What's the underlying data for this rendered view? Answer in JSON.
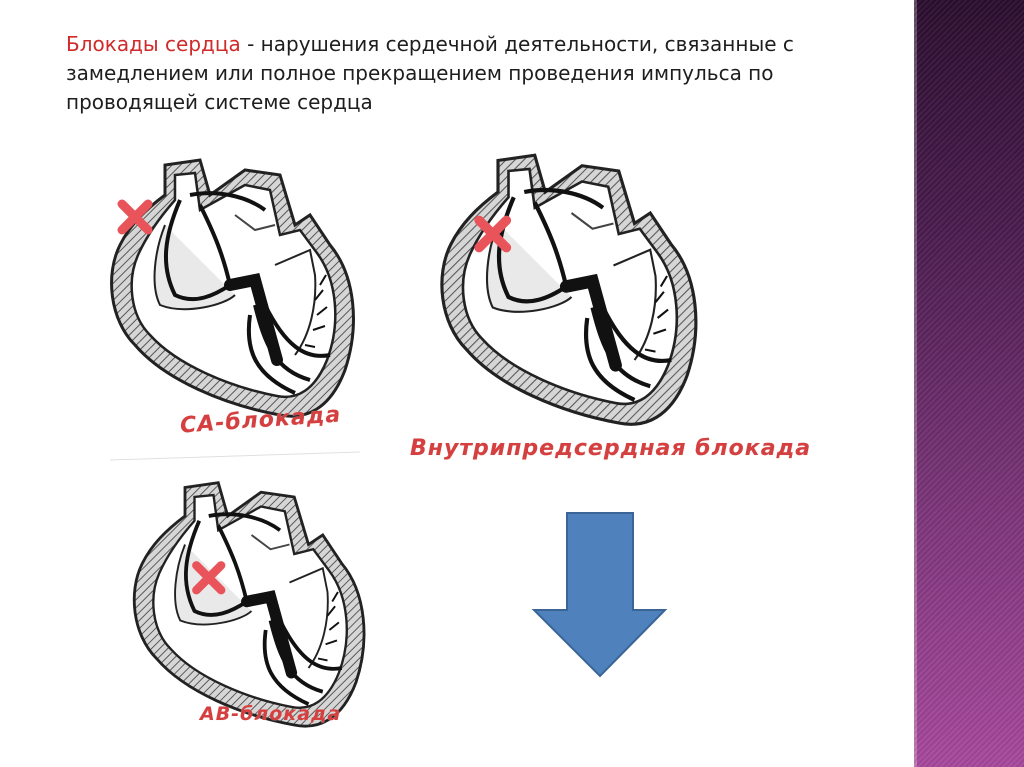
{
  "header": {
    "term": "Блокады сердца",
    "definition": " - нарушения сердечной деятельности, связанные с замедлением или полное прекращением проведения импульса по проводящей системе сердца"
  },
  "labels": {
    "sa_block": "СА-блокада",
    "intra_atrial_block": "Внутрипредсердная блокада",
    "av_block": "АВ-блокада"
  },
  "colors": {
    "accent_red": "#d44040",
    "block_mark": "#e8545a",
    "arrow_fill": "#4f81bd",
    "side_band": "#6b2a68"
  },
  "icons": {
    "block_marker": "cross-icon",
    "down_arrow": "arrow-down-icon"
  }
}
